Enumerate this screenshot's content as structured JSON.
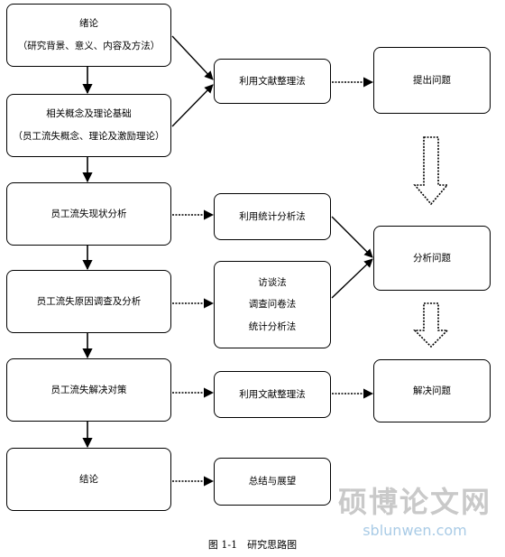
{
  "left": {
    "intro": [
      "绪论",
      "（研究背景、意义、内容及方法）"
    ],
    "theory": [
      "相关概念及理论基础",
      "（员工流失概念、理论及激励理论）"
    ],
    "status": "员工流失现状分析",
    "causes": "员工流失原因调查及分析",
    "solutions": "员工流失解决对策",
    "conclusion": "结论"
  },
  "middle": {
    "literature1": "利用文献整理法",
    "statistics": "利用统计分析法",
    "methods": [
      "访谈法",
      "调查问卷法",
      "统计分析法"
    ],
    "literature2": "利用文献整理法",
    "summary": "总结与展望"
  },
  "right": {
    "raise": "提出问题",
    "analyze": "分析问题",
    "solve": "解决问题"
  },
  "caption": "图 1-1　研究思路图",
  "watermark": {
    "cn": "硕博论文网",
    "en": "sblunwen.com"
  }
}
